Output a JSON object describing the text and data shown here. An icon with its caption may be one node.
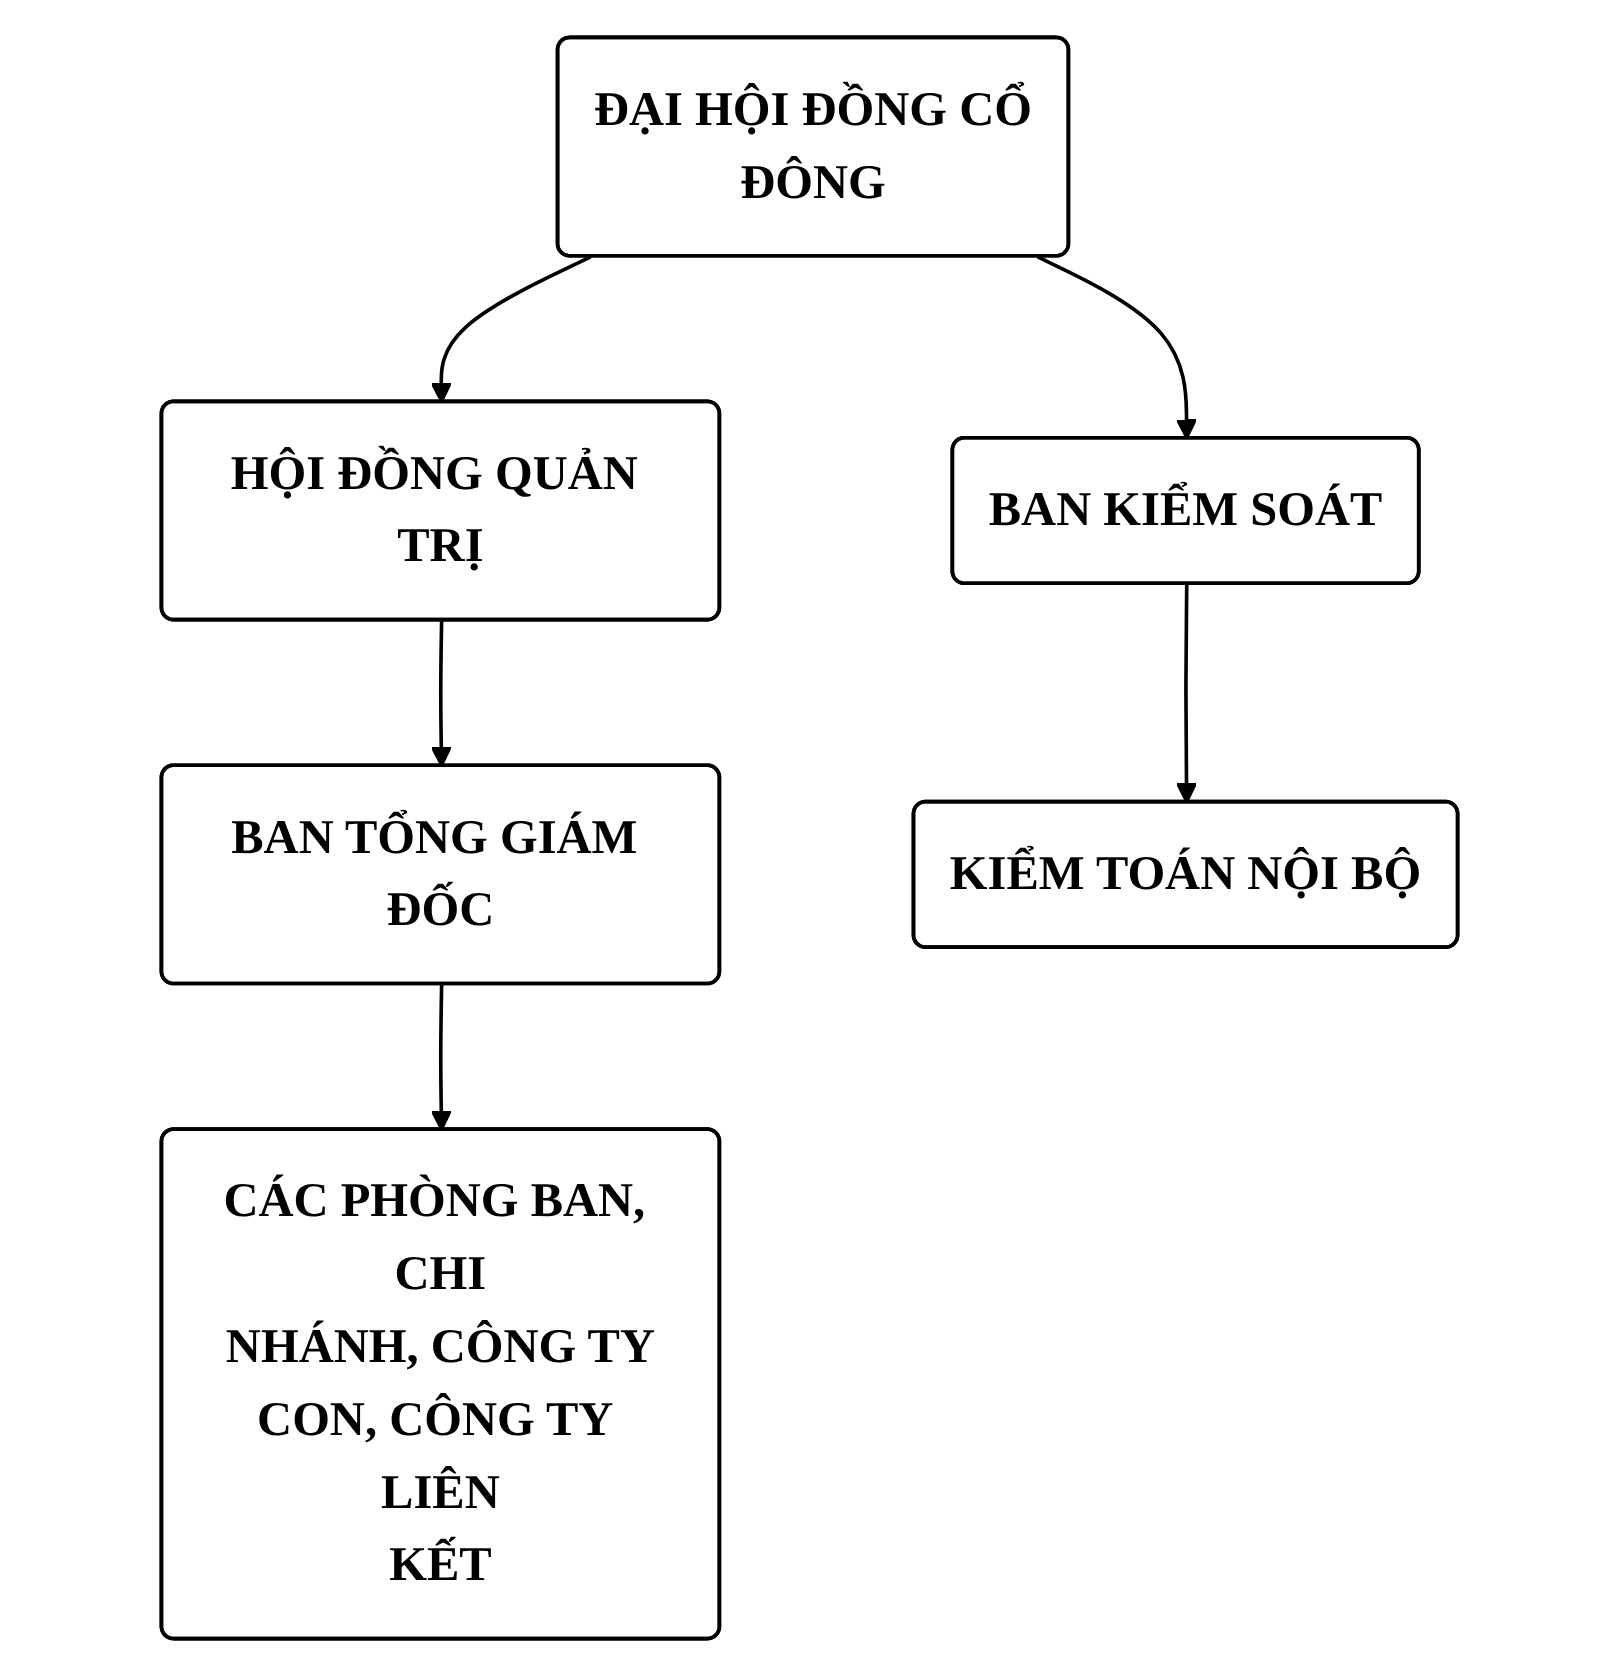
{
  "diagram": {
    "nodes": [
      {
        "text": [
          "ĐẠI HỘI ĐỒNG CỔ ĐÔNG"
        ]
      },
      {
        "text": [
          "HỘI ĐỒNG QUẢN TRỊ"
        ]
      },
      {
        "text": [
          "BAN TỔNG GIÁM ĐỐC"
        ]
      },
      {
        "text": [
          "CÁC PHÒNG BAN, CHI NHÁNH, CÔNG TY CON, CÔNG TY LIÊN KẾT"
        ]
      },
      {
        "text": [
          "BAN KIỂM SOÁT"
        ]
      },
      {
        "text": [
          "KIỂM TOÁN NỘI BỘ"
        ]
      }
    ],
    "edges": [
      {
        "from": 0,
        "to": 1,
        "arrow": "to"
      },
      {
        "from": 1,
        "to": 2,
        "arrow": "to"
      },
      {
        "from": 2,
        "to": 3,
        "arrow": "to"
      },
      {
        "from": 0,
        "to": 4,
        "arrow": "to"
      },
      {
        "from": 4,
        "to": 5,
        "arrow": "to"
      }
    ]
  }
}
